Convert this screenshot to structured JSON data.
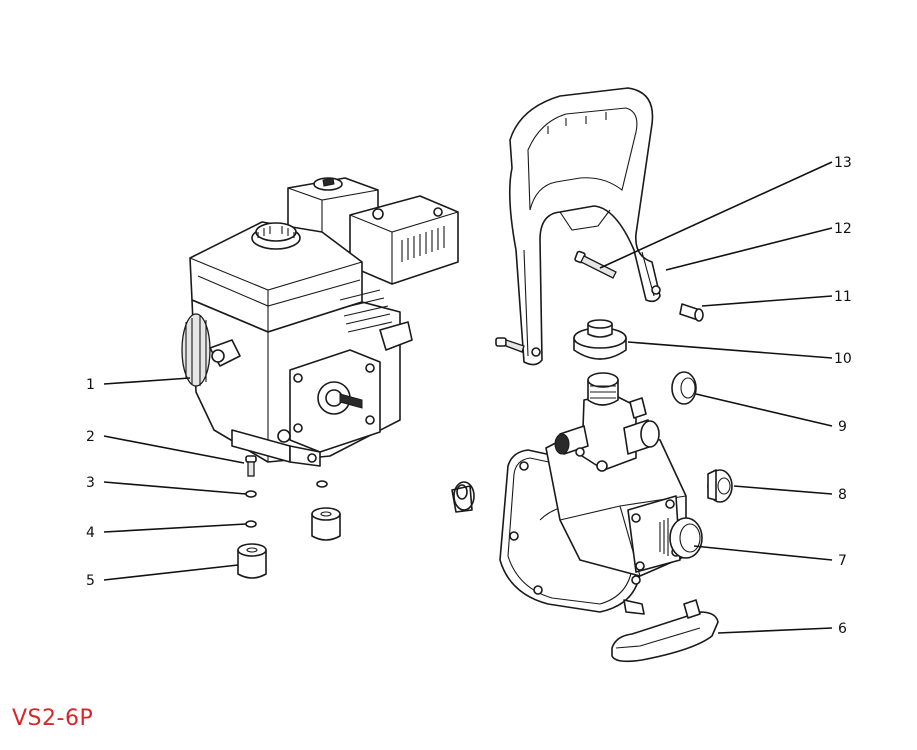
{
  "model_code": "VS2-6P",
  "colors": {
    "model_code": "#d9262b",
    "line": "#1a1a1a"
  },
  "callouts": [
    "1",
    "2",
    "3",
    "4",
    "5",
    "6",
    "7",
    "8",
    "9",
    "10",
    "11",
    "12",
    "13"
  ]
}
